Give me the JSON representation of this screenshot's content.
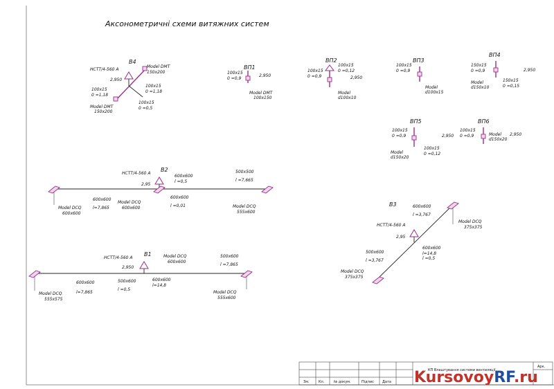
{
  "title": "Аксонометричні схеми витяжних систем",
  "systems": {
    "b4": {
      "name": "В4",
      "fan": "НСТТ/4-560 А",
      "lbl1": "2,950",
      "lbl2": "Model DMT",
      "lbl3": "150x200",
      "lbl4": "100x15",
      "lbl5": "0 =1,18",
      "lbl6": "100x15",
      "lbl7": "0 =1,18",
      "lbl8": "100x15",
      "lbl9": "0 =0,5",
      "lbl10": "Model DMT",
      "lbl11": "150x200"
    },
    "bp1": {
      "name": "ВП1",
      "lbl1": "100x15",
      "lbl2": "0 =0,9",
      "lbl3": "2,950",
      "lbl4": "Model DMT",
      "lbl5": "100x150"
    },
    "bp2": {
      "name": "ВП2",
      "lbl1": "100x15",
      "lbl2": "0 =0,9",
      "lbl3": "100x15",
      "lbl4": "0 =0,12",
      "lbl5": "2,950",
      "lbl6": "Model",
      "lbl7": "d100x10"
    },
    "bp3": {
      "name": "ВП3",
      "lbl1": "100x15",
      "lbl2": "0 =0,9",
      "lbl3": "Model",
      "lbl4": "d100x15"
    },
    "bp4": {
      "name": "ВП4",
      "lbl1": "150x15",
      "lbl2": "0 =0,9",
      "lbl3": "2,950",
      "lbl4": "150x15",
      "lbl5": "0 =0,15",
      "lbl6": "Model",
      "lbl7": "d150x10"
    },
    "bp5": {
      "name": "ВП5",
      "lbl1": "100x15",
      "lbl2": "0 =0,9",
      "lbl3": "2,950",
      "lbl4": "100x15",
      "lbl5": "0 =0,12",
      "lbl6": "Model",
      "lbl7": "d150x20"
    },
    "bp6": {
      "name": "ВП6",
      "lbl1": "100x15",
      "lbl2": "0 =0,9",
      "lbl3": "2,950",
      "lbl4": "Model",
      "lbl5": "d150x20"
    },
    "b2": {
      "name": "В2",
      "fan": "НСТТ/4-560 А",
      "lbl1": "2,95",
      "lbl2": "600x600",
      "lbl3": "l =0,5",
      "lbl4": "600x600",
      "lbl5": "l=7,865",
      "lbl6": "600x600",
      "lbl7": "l =0,01",
      "lbl8": "500x500",
      "lbl9": "l =7,665",
      "m1": "Model DCQ",
      "m1s": "600x600",
      "m2": "Model DCQ",
      "m2s": "600x600",
      "m3": "Model DCQ",
      "m3s": "555x600"
    },
    "b1": {
      "name": "В1",
      "fan": "НСТТ/4-560 А",
      "lbl1": "2,950",
      "lbl2": "Model DCQ",
      "lbl3": "600x600",
      "lbl4": "600x600",
      "lbl5": "l=7,865",
      "lbl6": "500x600",
      "lbl7": "l =0,5",
      "lbl8": "600x600",
      "lbl9": "l=14,8",
      "lbl10": "500x600",
      "lbl11": "l =7,865",
      "m1": "Model DCQ",
      "m1s": "555x575",
      "m2": "Model DCQ",
      "m2s": "555x600"
    },
    "b3": {
      "name": "В3",
      "fan": "НСТТ/4-560 А",
      "lbl1": "2,95",
      "lbl2": "600x600",
      "lbl3": "l =3,767",
      "lbl4": "600x600",
      "lbl5": "l=14,8",
      "lbl6": "l =0,5",
      "lbl7": "500x600",
      "lbl8": "l =3,767",
      "m1": "Model DCQ",
      "m1s": "375x375",
      "m2": "Model DCQ",
      "m2s": "375x375"
    }
  },
  "stamp": {
    "col1": "Зм.",
    "col2": "Кл.",
    "col3": "№ докум.",
    "col4": "Підпис",
    "col5": "Дата",
    "sheet_label": "Арк.",
    "doc_text": "КП Влаштування системи вентиляції"
  },
  "watermark": {
    "part1": "Kursovoy",
    "part2": "RF",
    "part3": ".ru"
  },
  "colors": {
    "accent": "#9b2d8a",
    "watermark_red": "#c0322b",
    "watermark_blue": "#1f4e9c"
  }
}
